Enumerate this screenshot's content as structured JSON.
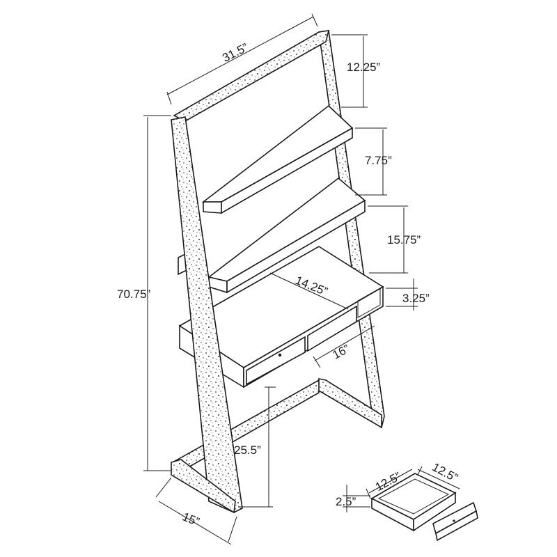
{
  "dimensions": {
    "top_width": "31.5”",
    "top_gap": "12.25”",
    "shelf_gap_upper": "7.75”",
    "shelf_gap_lower": "15.75”",
    "desk_width": "14.25”",
    "drawer_height": "3.25”",
    "desk_depth": "16”",
    "total_height": "70.75”",
    "desk_height": "25.5”",
    "base_depth": "15”",
    "drawer_width": "12.5”",
    "drawer_depth": "12.5”",
    "drawer_box_height": "2.5”"
  }
}
